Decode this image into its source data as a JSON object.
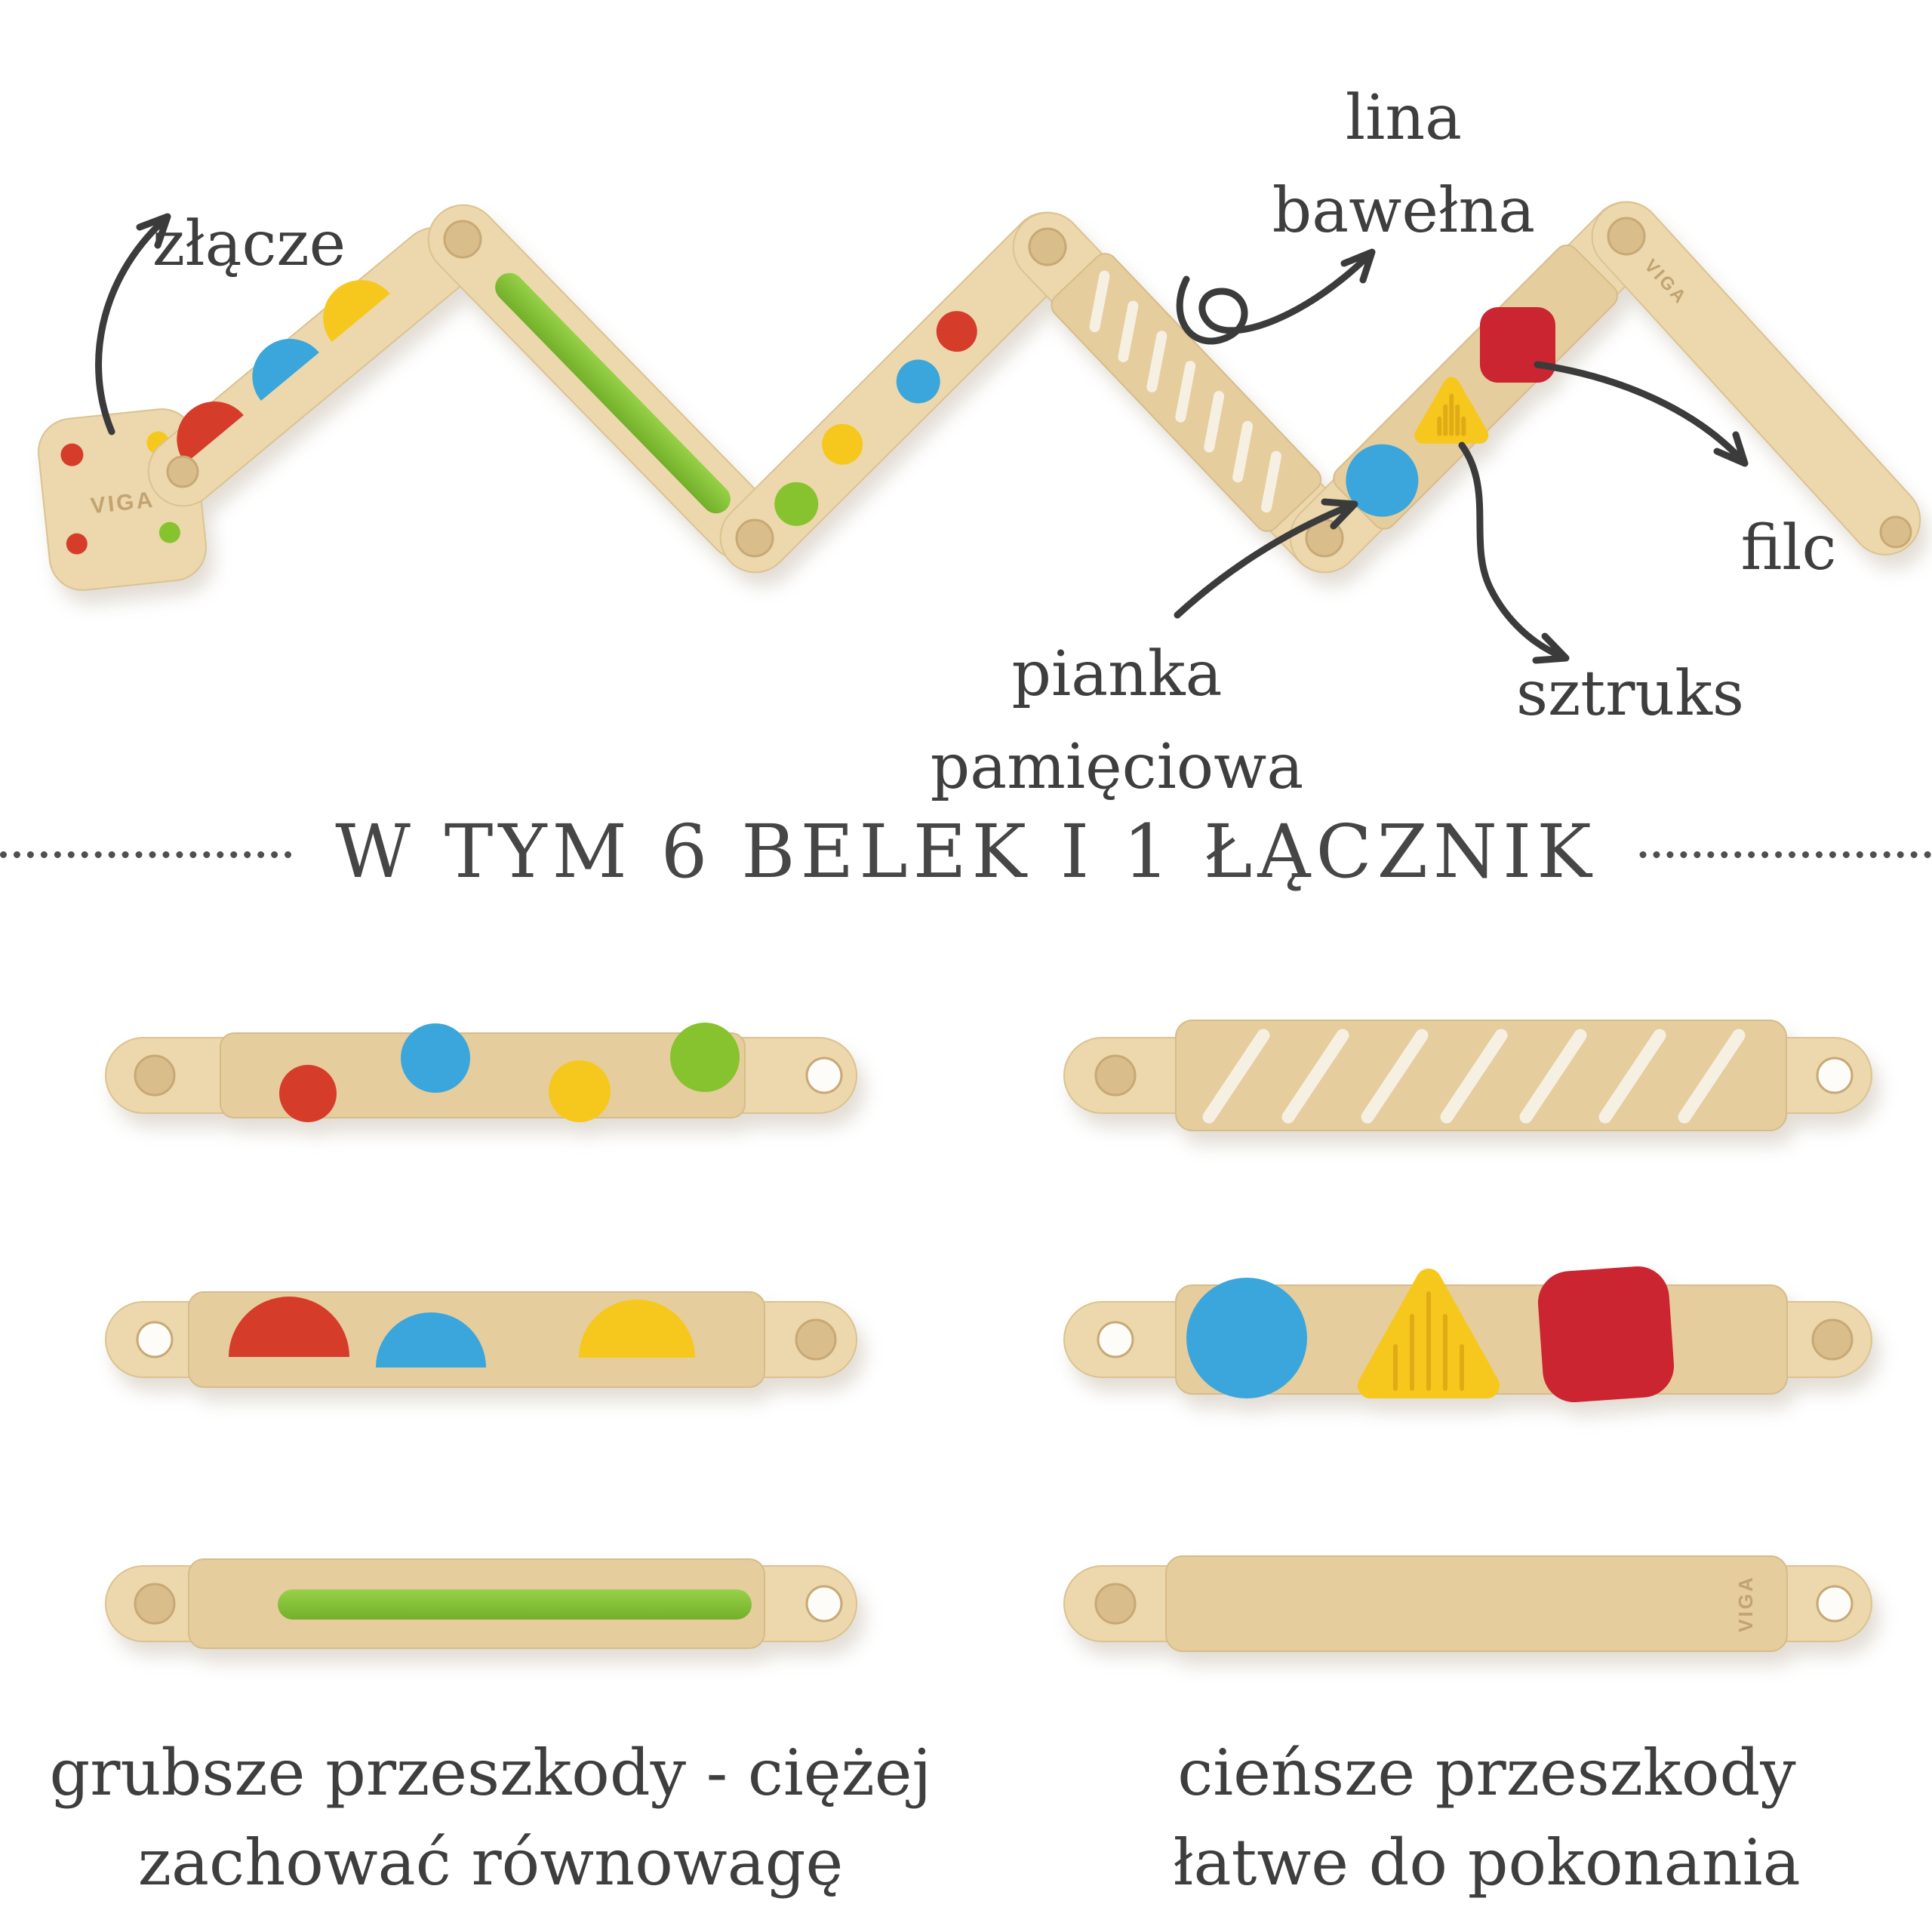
{
  "brand": "VIGA",
  "annotations": {
    "zlacze": {
      "label": "złącze"
    },
    "lina": {
      "line1": "lina",
      "line2": "bawełna"
    },
    "filc": {
      "label": "filc"
    },
    "pianka": {
      "label": "pianka pamięciowa"
    },
    "sztruks": {
      "label": "sztruks"
    }
  },
  "divider": {
    "title": "W TYM 6 BELEK I 1 ŁĄCZNIK"
  },
  "captions": {
    "left_line1": "grubsze przeszkody - ciężej",
    "left_line2": "zachować równowagę",
    "right_line1": "cieńsze przeszkody",
    "right_line2": "łatwe do pokonania"
  },
  "colors": {
    "wood": "#ecd8ac",
    "wood_plank": "#e5cd9d",
    "peg": "#d9bd8b",
    "peg_edge": "#c8a975",
    "hole": "#fdfcf9",
    "red": "#d63c2a",
    "red_felt": "#cb2531",
    "blue": "#3aa6dc",
    "green": "#87c22f",
    "yellow": "#f6c81d",
    "yellow_stripe": "#dfac17",
    "rope": "#f6f0e3",
    "ink": "#3b3b3b",
    "text": "#3e3e3e"
  }
}
